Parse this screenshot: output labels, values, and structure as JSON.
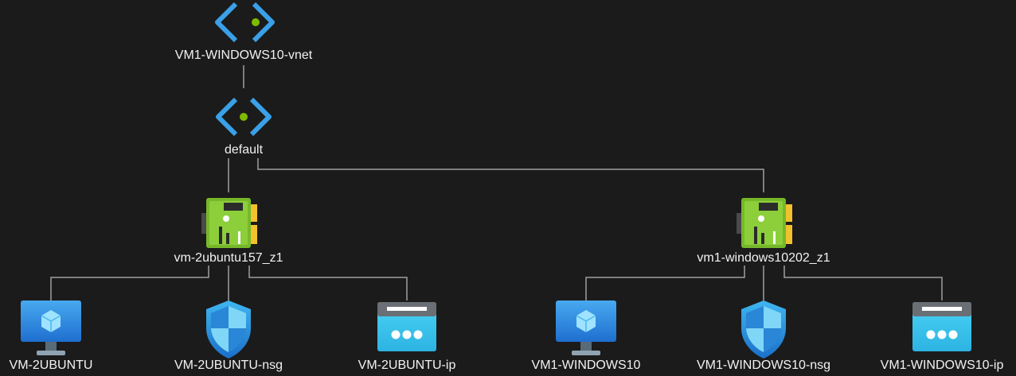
{
  "topology": {
    "vnet": {
      "label": "VM1-WINDOWS10-vnet",
      "icon": "virtual-network-icon"
    },
    "subnet": {
      "label": "default",
      "icon": "subnet-icon"
    },
    "nics": [
      {
        "label": "vm-2ubuntu157_z1",
        "icon": "network-interface-icon"
      },
      {
        "label": "vm1-windows10202_z1",
        "icon": "network-interface-icon"
      }
    ],
    "resources": [
      {
        "label": "VM-2UBUNTU",
        "icon": "virtual-machine-icon"
      },
      {
        "label": "VM-2UBUNTU-nsg",
        "icon": "network-security-group-icon"
      },
      {
        "label": "VM-2UBUNTU-ip",
        "icon": "public-ip-icon"
      },
      {
        "label": "VM1-WINDOWS10",
        "icon": "virtual-machine-icon"
      },
      {
        "label": "VM1-WINDOWS10-nsg",
        "icon": "network-security-group-icon"
      },
      {
        "label": "VM1-WINDOWS10-ip",
        "icon": "public-ip-icon"
      }
    ]
  },
  "colors": {
    "background": "#1b1b1b",
    "connector": "#a0a0a0",
    "label": "#f2f2f2",
    "vnet_blue": "#3aa0e8",
    "vnet_dot": "#7fba00",
    "nic_green": "#76b82a",
    "nic_yellow": "#f2c12e",
    "vm_blue": "#2f8fe0",
    "nsg_blue": "#2f9fe0",
    "ip_cyan": "#3cc6ec"
  }
}
